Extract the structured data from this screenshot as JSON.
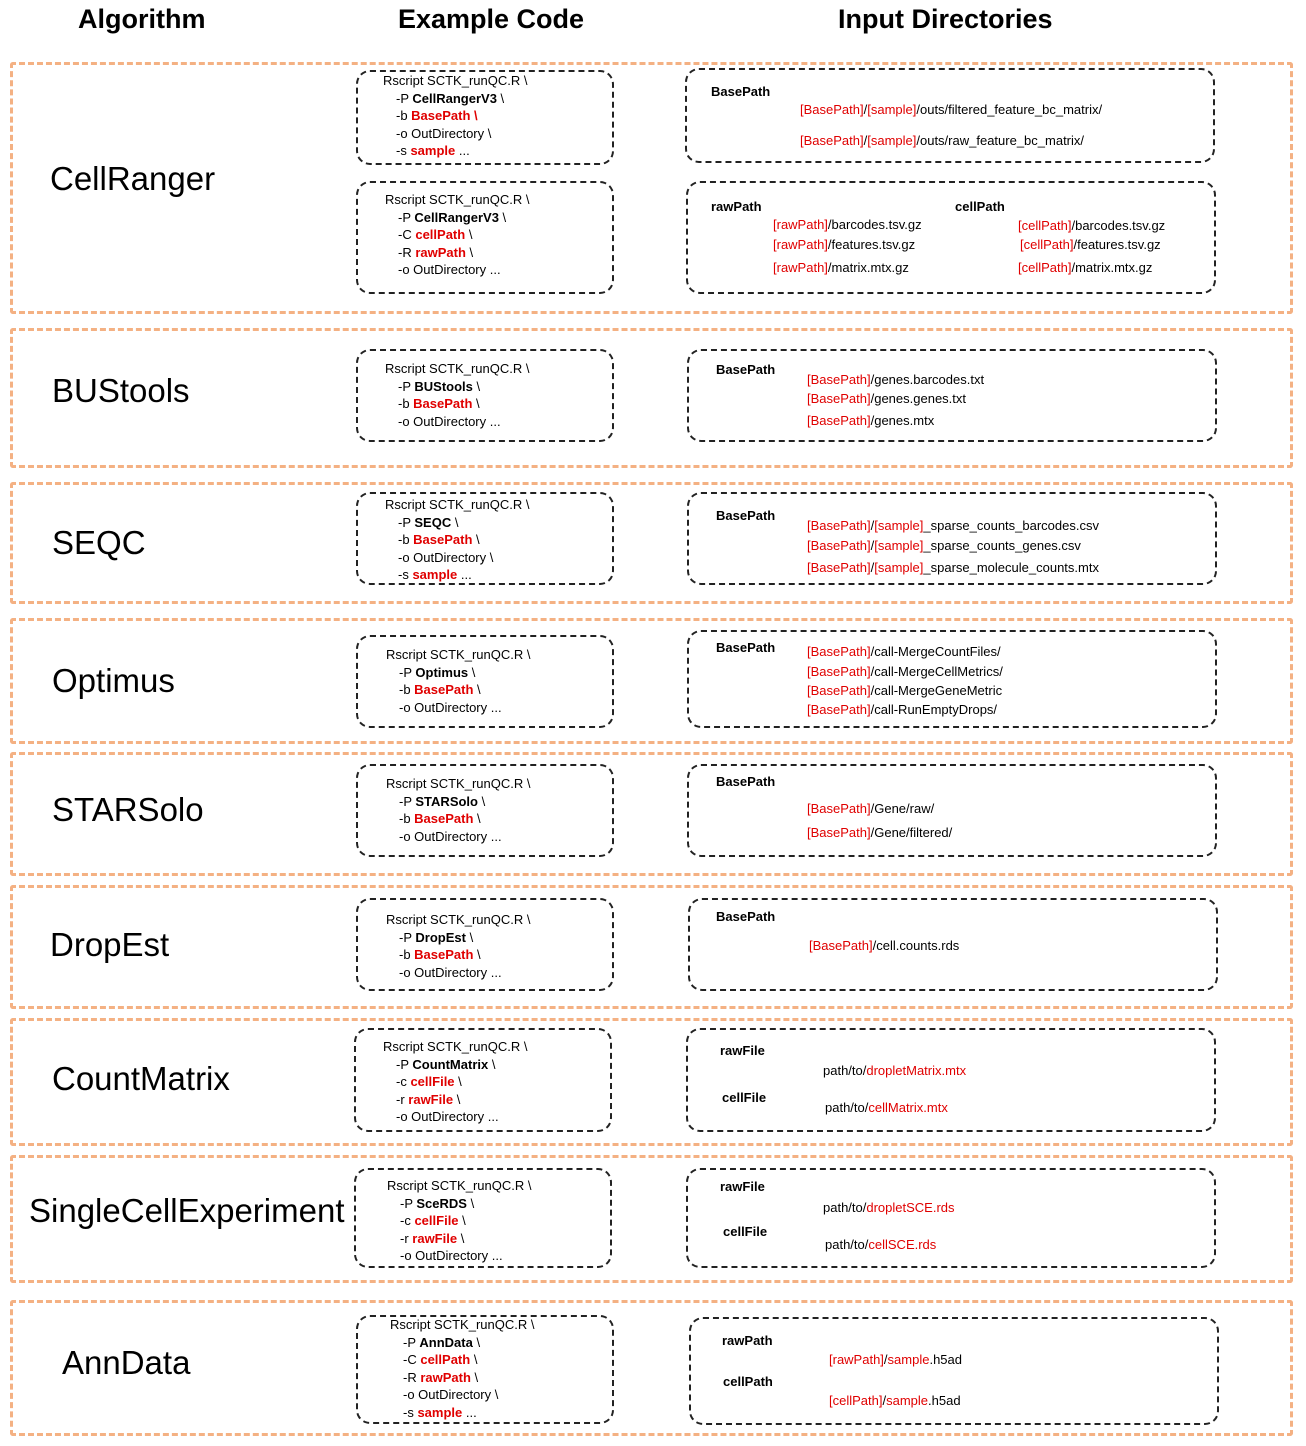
{
  "headers": {
    "algorithm": "Algorithm",
    "example_code": "Example Code",
    "input_directories": "Input Directories"
  },
  "colors": {
    "section_border": "#f4b183",
    "highlight_text": "#e00000",
    "box_border": "#222222"
  },
  "sections": [
    {
      "algorithm": "CellRanger",
      "codes": [
        [
          [
            {
              "t": "Rscript SCTK_runQC.R \\"
            }
          ],
          [
            {
              "t": "-P "
            },
            {
              "t": "CellRangerV3",
              "s": "b"
            },
            {
              "t": " \\"
            }
          ],
          [
            {
              "t": "-b "
            },
            {
              "t": "BasePath \\",
              "s": "br"
            }
          ],
          [
            {
              "t": "-o OutDirectory \\"
            }
          ],
          [
            {
              "t": "-s "
            },
            {
              "t": "sample",
              "s": "br"
            },
            {
              "t": "  ..."
            }
          ]
        ],
        [
          [
            {
              "t": "Rscript SCTK_runQC.R \\"
            }
          ],
          [
            {
              "t": "-P "
            },
            {
              "t": "CellRangerV3",
              "s": "b"
            },
            {
              "t": " \\"
            }
          ],
          [
            {
              "t": "-C "
            },
            {
              "t": "cellPath",
              "s": "br"
            },
            {
              "t": " \\"
            }
          ],
          [
            {
              "t": "-R "
            },
            {
              "t": "rawPath",
              "s": "br"
            },
            {
              "t": " \\"
            }
          ],
          [
            {
              "t": "-o OutDirectory ..."
            }
          ]
        ]
      ],
      "inputs": [
        {
          "labels": [
            "BasePath"
          ],
          "paths": [
            [
              {
                "t": "[BasePath]",
                "s": "r"
              },
              {
                "t": "/"
              },
              {
                "t": "[sample]",
                "s": "r"
              },
              {
                "t": "/outs/filtered_feature_bc_matrix/"
              }
            ],
            [
              {
                "t": "[BasePath]",
                "s": "r"
              },
              {
                "t": "/"
              },
              {
                "t": "[sample]",
                "s": "r"
              },
              {
                "t": "/outs/raw_feature_bc_matrix/"
              }
            ]
          ]
        },
        {
          "labels": [
            "rawPath",
            "cellPath"
          ],
          "paths": [
            [
              {
                "t": "[rawPath]",
                "s": "r"
              },
              {
                "t": "/barcodes.tsv.gz"
              }
            ],
            [
              {
                "t": "[rawPath]",
                "s": "r"
              },
              {
                "t": "/features.tsv.gz"
              }
            ],
            [
              {
                "t": "[rawPath]",
                "s": "r"
              },
              {
                "t": "/matrix.mtx.gz"
              }
            ],
            [
              {
                "t": "[cellPath]",
                "s": "r"
              },
              {
                "t": "/barcodes.tsv.gz"
              }
            ],
            [
              {
                "t": "[cellPath]",
                "s": "r"
              },
              {
                "t": "/features.tsv.gz"
              }
            ],
            [
              {
                "t": "[cellPath]",
                "s": "r"
              },
              {
                "t": "/matrix.mtx.gz"
              }
            ]
          ]
        }
      ]
    },
    {
      "algorithm": "BUStools",
      "codes": [
        [
          [
            {
              "t": "Rscript SCTK_runQC.R \\"
            }
          ],
          [
            {
              "t": "-P "
            },
            {
              "t": "BUStools",
              "s": "b"
            },
            {
              "t": " \\"
            }
          ],
          [
            {
              "t": "-b "
            },
            {
              "t": "BasePath",
              "s": "br"
            },
            {
              "t": " \\"
            }
          ],
          [
            {
              "t": "-o OutDirectory ..."
            }
          ]
        ]
      ],
      "inputs": [
        {
          "labels": [
            "BasePath"
          ],
          "paths": [
            [
              {
                "t": "[BasePath]",
                "s": "r"
              },
              {
                "t": "/genes.barcodes.txt"
              }
            ],
            [
              {
                "t": "[BasePath]",
                "s": "r"
              },
              {
                "t": "/genes.genes.txt"
              }
            ],
            [
              {
                "t": "[BasePath]",
                "s": "r"
              },
              {
                "t": "/genes.mtx"
              }
            ]
          ]
        }
      ]
    },
    {
      "algorithm": "SEQC",
      "codes": [
        [
          [
            {
              "t": "Rscript SCTK_runQC.R \\"
            }
          ],
          [
            {
              "t": "-P "
            },
            {
              "t": "SEQC",
              "s": "b"
            },
            {
              "t": " \\"
            }
          ],
          [
            {
              "t": "-b "
            },
            {
              "t": "BasePath",
              "s": "br"
            },
            {
              "t": " \\"
            }
          ],
          [
            {
              "t": "-o OutDirectory \\"
            }
          ],
          [
            {
              "t": "-s "
            },
            {
              "t": "sample",
              "s": "br"
            },
            {
              "t": " ..."
            }
          ]
        ]
      ],
      "inputs": [
        {
          "labels": [
            "BasePath"
          ],
          "paths": [
            [
              {
                "t": "[BasePath]",
                "s": "r"
              },
              {
                "t": "/"
              },
              {
                "t": "[sample]",
                "s": "r"
              },
              {
                "t": "_sparse_counts_barcodes.csv"
              }
            ],
            [
              {
                "t": "[BasePath]",
                "s": "r"
              },
              {
                "t": "/"
              },
              {
                "t": "[sample]",
                "s": "r"
              },
              {
                "t": "_sparse_counts_genes.csv"
              }
            ],
            [
              {
                "t": "[BasePath]",
                "s": "r"
              },
              {
                "t": "/"
              },
              {
                "t": "[sample]",
                "s": "r"
              },
              {
                "t": "_sparse_molecule_counts.mtx"
              }
            ]
          ]
        }
      ]
    },
    {
      "algorithm": "Optimus",
      "codes": [
        [
          [
            {
              "t": "Rscript SCTK_runQC.R \\"
            }
          ],
          [
            {
              "t": "-P "
            },
            {
              "t": "Optimus",
              "s": "b"
            },
            {
              "t": " \\"
            }
          ],
          [
            {
              "t": "-b "
            },
            {
              "t": "BasePath",
              "s": "br"
            },
            {
              "t": " \\"
            }
          ],
          [
            {
              "t": "-o OutDirectory ..."
            }
          ]
        ]
      ],
      "inputs": [
        {
          "labels": [
            "BasePath"
          ],
          "paths": [
            [
              {
                "t": "[BasePath]",
                "s": "r"
              },
              {
                "t": "/call-MergeCountFiles/"
              }
            ],
            [
              {
                "t": "[BasePath]",
                "s": "r"
              },
              {
                "t": "/call-MergeCellMetrics/"
              }
            ],
            [
              {
                "t": "[BasePath]",
                "s": "r"
              },
              {
                "t": "/call-MergeGeneMetric"
              }
            ],
            [
              {
                "t": "[BasePath]",
                "s": "r"
              },
              {
                "t": "/call-RunEmptyDrops/"
              }
            ]
          ]
        }
      ]
    },
    {
      "algorithm": "STARSolo",
      "codes": [
        [
          [
            {
              "t": "Rscript SCTK_runQC.R \\"
            }
          ],
          [
            {
              "t": "-P "
            },
            {
              "t": "STARSolo",
              "s": "b"
            },
            {
              "t": " \\"
            }
          ],
          [
            {
              "t": "-b "
            },
            {
              "t": "BasePath",
              "s": "br"
            },
            {
              "t": " \\"
            }
          ],
          [
            {
              "t": "-o OutDirectory ..."
            }
          ]
        ]
      ],
      "inputs": [
        {
          "labels": [
            "BasePath"
          ],
          "paths": [
            [
              {
                "t": "[BasePath]",
                "s": "r"
              },
              {
                "t": "/Gene/raw/"
              }
            ],
            [
              {
                "t": "[BasePath]",
                "s": "r"
              },
              {
                "t": "/Gene/filtered/"
              }
            ]
          ]
        }
      ]
    },
    {
      "algorithm": "DropEst",
      "codes": [
        [
          [
            {
              "t": "Rscript SCTK_runQC.R \\"
            }
          ],
          [
            {
              "t": "-P "
            },
            {
              "t": "DropEst",
              "s": "b"
            },
            {
              "t": " \\"
            }
          ],
          [
            {
              "t": "-b "
            },
            {
              "t": "BasePath",
              "s": "br"
            },
            {
              "t": " \\"
            }
          ],
          [
            {
              "t": "-o OutDirectory ..."
            }
          ]
        ]
      ],
      "inputs": [
        {
          "labels": [
            "BasePath"
          ],
          "paths": [
            [
              {
                "t": "[BasePath]",
                "s": "r"
              },
              {
                "t": "/cell.counts.rds"
              }
            ]
          ]
        }
      ]
    },
    {
      "algorithm": "CountMatrix",
      "codes": [
        [
          [
            {
              "t": "Rscript SCTK_runQC.R \\"
            }
          ],
          [
            {
              "t": "-P "
            },
            {
              "t": "CountMatrix",
              "s": "b"
            },
            {
              "t": " \\"
            }
          ],
          [
            {
              "t": "-c "
            },
            {
              "t": "cellFile",
              "s": "br"
            },
            {
              "t": " \\"
            }
          ],
          [
            {
              "t": "-r "
            },
            {
              "t": "rawFile",
              "s": "br"
            },
            {
              "t": " \\"
            }
          ],
          [
            {
              "t": "-o OutDirectory ..."
            }
          ]
        ]
      ],
      "inputs": [
        {
          "labels": [
            "rawFile",
            "cellFile"
          ],
          "paths": [
            [
              {
                "t": "path/to/"
              },
              {
                "t": "dropletMatrix.mtx",
                "s": "r"
              }
            ],
            [
              {
                "t": "path/to/"
              },
              {
                "t": "cellMatrix.mtx",
                "s": "r"
              }
            ]
          ]
        }
      ]
    },
    {
      "algorithm": "SingleCellExperiment",
      "codes": [
        [
          [
            {
              "t": "Rscript SCTK_runQC.R \\"
            }
          ],
          [
            {
              "t": "-P "
            },
            {
              "t": "SceRDS",
              "s": "b"
            },
            {
              "t": " \\"
            }
          ],
          [
            {
              "t": "-c "
            },
            {
              "t": "cellFile",
              "s": "br"
            },
            {
              "t": " \\"
            }
          ],
          [
            {
              "t": "-r "
            },
            {
              "t": "rawFile",
              "s": "br"
            },
            {
              "t": " \\"
            }
          ],
          [
            {
              "t": "-o OutDirectory ..."
            }
          ]
        ]
      ],
      "inputs": [
        {
          "labels": [
            "rawFile",
            "cellFile"
          ],
          "paths": [
            [
              {
                "t": "path/to/"
              },
              {
                "t": "dropletSCE.rds",
                "s": "r"
              }
            ],
            [
              {
                "t": "path/to/"
              },
              {
                "t": "cellSCE.rds",
                "s": "r"
              }
            ]
          ]
        }
      ]
    },
    {
      "algorithm": "AnnData",
      "codes": [
        [
          [
            {
              "t": "Rscript SCTK_runQC.R \\"
            }
          ],
          [
            {
              "t": "-P "
            },
            {
              "t": "AnnData",
              "s": "b"
            },
            {
              "t": " \\"
            }
          ],
          [
            {
              "t": "-C "
            },
            {
              "t": "cellPath",
              "s": "br"
            },
            {
              "t": " \\"
            }
          ],
          [
            {
              "t": "-R "
            },
            {
              "t": "rawPath",
              "s": "br"
            },
            {
              "t": " \\"
            }
          ],
          [
            {
              "t": "-o OutDirectory \\"
            }
          ],
          [
            {
              "t": "-s  "
            },
            {
              "t": "sample",
              "s": "br"
            },
            {
              "t": " ..."
            }
          ]
        ]
      ],
      "inputs": [
        {
          "labels": [
            "rawPath",
            "cellPath"
          ],
          "paths": [
            [
              {
                "t": "[rawPath]",
                "s": "r"
              },
              {
                "t": "/"
              },
              {
                "t": "sample",
                "s": "r"
              },
              {
                "t": ".h5ad"
              }
            ],
            [
              {
                "t": "[cellPath]",
                "s": "r"
              },
              {
                "t": "/"
              },
              {
                "t": "sample",
                "s": "r"
              },
              {
                "t": ".h5ad"
              }
            ]
          ]
        }
      ]
    }
  ]
}
